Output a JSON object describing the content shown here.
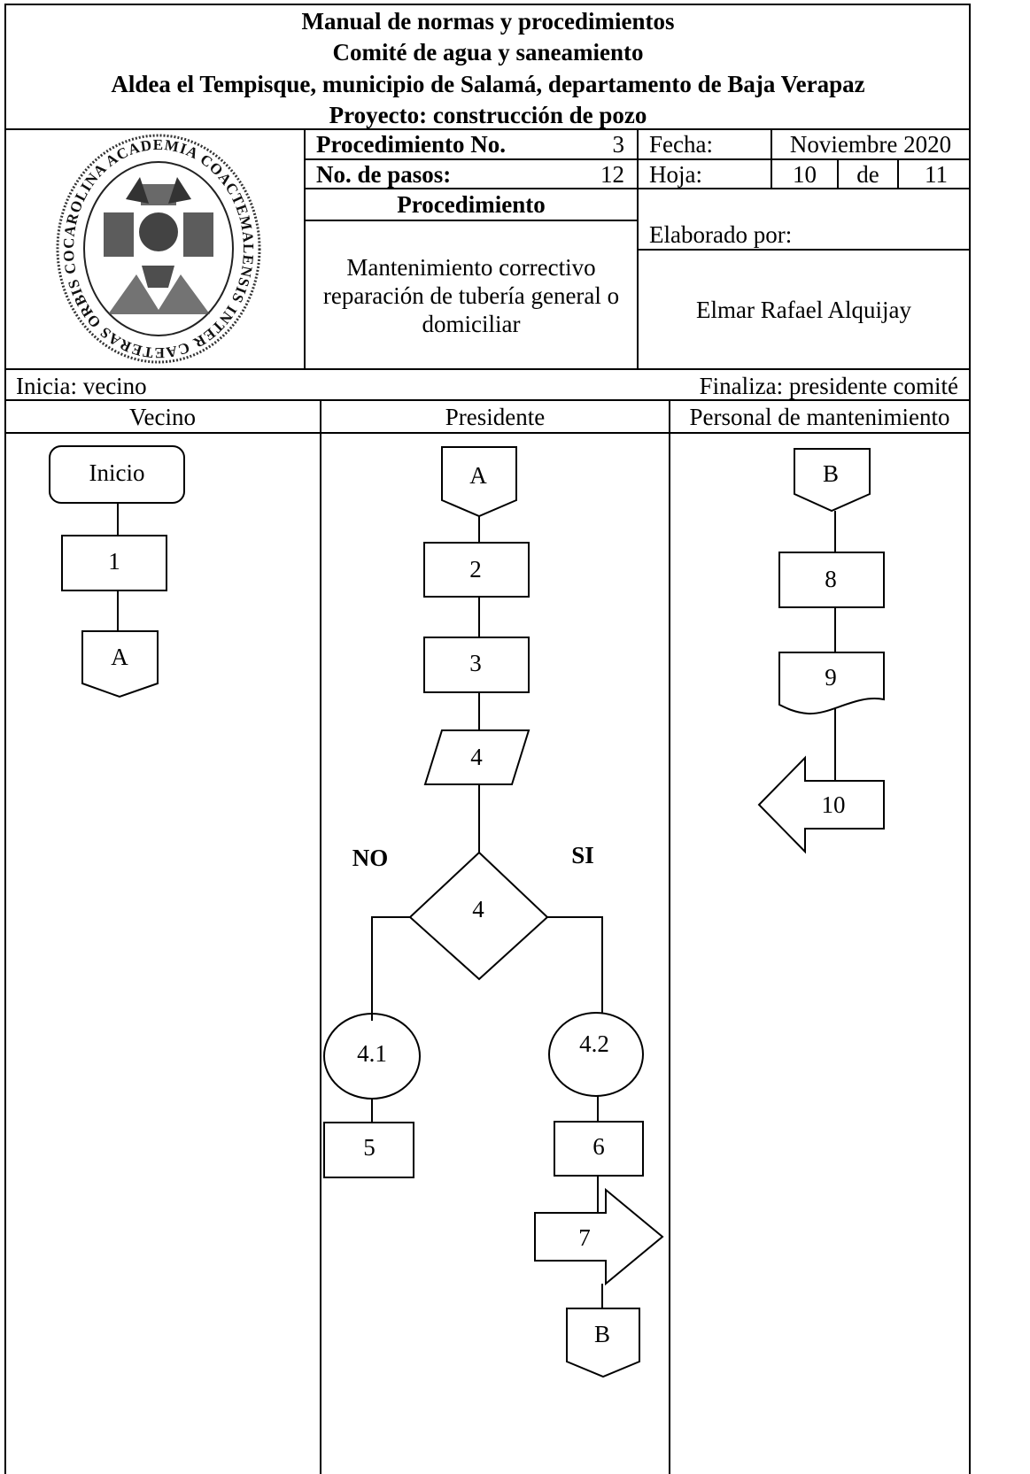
{
  "header": {
    "title_lines": [
      "Manual de normas y procedimientos",
      "Comité de agua y saneamiento",
      "Aldea el Tempisque, municipio de Salamá, departamento de Baja Verapaz",
      "Proyecto: construcción de pozo"
    ]
  },
  "info": {
    "procedimiento_label": "Procedimiento No.",
    "procedimiento_value": "3",
    "pasos_label": "No. de pasos:",
    "pasos_value": "12",
    "fecha_label": "Fecha:",
    "fecha_value": "Noviembre 2020",
    "hoja_label": "Hoja:",
    "hoja_value": "10",
    "hoja_de": "de",
    "hoja_total": "11",
    "procedimiento_heading": "Procedimiento",
    "description_lines": [
      "Mantenimiento correctivo",
      "reparación de tubería general o",
      "domiciliar"
    ],
    "elaborado_label": "Elaborado por:",
    "elaborado_value": "Elmar Rafael Alquijay"
  },
  "seal": {
    "icon": "university-seal-icon",
    "text_ring": "CAROLINA ACADEMIA COACTEMALENSIS INTER CAETERAS ORBIS CONSPICUA"
  },
  "roles": {
    "inicia": "Inicia: vecino",
    "finaliza": "Finaliza: presidente comité"
  },
  "lanes": [
    "Vecino",
    "Presidente",
    "Personal de mantenimiento"
  ],
  "flow": {
    "vecino": {
      "start": "Inicio",
      "step1": "1",
      "connector_a": "A"
    },
    "presidente": {
      "connector_a": "A",
      "step2": "2",
      "step3": "3",
      "step4_io": "4",
      "decision": "4",
      "label_no": "NO",
      "label_si": "SI",
      "circle_41": "4.1",
      "circle_42": "4.2",
      "step5": "5",
      "step6": "6",
      "step7": "7",
      "connector_b": "B"
    },
    "mantenimiento": {
      "connector_b": "B",
      "step8": "8",
      "step9": "9",
      "step10": "10"
    }
  }
}
